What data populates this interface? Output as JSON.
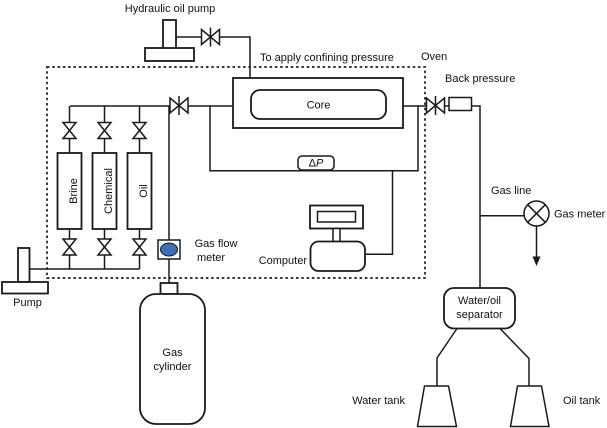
{
  "colors": {
    "line": "#1a1a1a",
    "background": "#ffffff",
    "gas_flow_meter_fill": "#3a70b4"
  },
  "labels": {
    "hydraulic_oil_pump": "Hydraulic oil pump",
    "to_apply_confining_pressure": "To apply confining pressure",
    "oven": "Oven",
    "back_pressure": "Back pressure",
    "core": "Core",
    "delta_p": {
      "delta": "Δ",
      "p": "P"
    },
    "vessels": [
      {
        "label": "Brine"
      },
      {
        "label": "Chemical"
      },
      {
        "label": "Oil"
      }
    ],
    "gas_flow_meter": {
      "line1": "Gas flow",
      "line2": "meter"
    },
    "computer": "Computer",
    "pump": "Pump",
    "gas_cylinder": {
      "line1": "Gas",
      "line2": "cylinder"
    },
    "gas_line": "Gas line",
    "gas_meter": "Gas meter",
    "water_oil_separator": {
      "line1": "Water/oil",
      "line2": "separator"
    },
    "water_tank": "Water tank",
    "oil_tank": "Oil tank"
  }
}
